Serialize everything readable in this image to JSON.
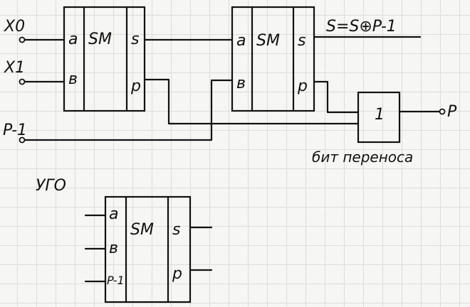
{
  "diagram": {
    "inputs": {
      "x0": "X0",
      "x1": "X1",
      "p_in": "P-1"
    },
    "adder1": {
      "a": "a",
      "b": "в",
      "name": "SM",
      "s": "s",
      "p": "p"
    },
    "adder2": {
      "a": "a",
      "b": "в",
      "name": "SM",
      "s": "s",
      "p": "p"
    },
    "or_gate": {
      "label": "1"
    },
    "sum_expression": "S=S⊕P-1",
    "carry_output": "P",
    "carry_caption": "бит переноса",
    "ugo_title": "УГО",
    "ugo_block": {
      "a": "a",
      "b": "в",
      "c": "P-1",
      "name": "SM",
      "s": "s",
      "p": "p"
    }
  }
}
